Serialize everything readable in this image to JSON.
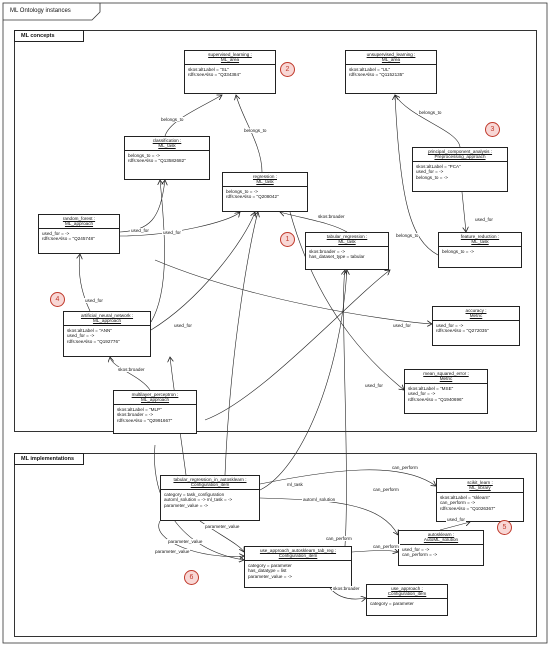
{
  "diagram_title": "ML Ontology instances",
  "frames": {
    "concepts": "ML concepts",
    "implementations": "ML implementations"
  },
  "badges": [
    "1",
    "2",
    "3",
    "4",
    "5",
    "6"
  ],
  "boxes": {
    "supervised": {
      "name1": "supervised_learning :",
      "name2": "ML_area",
      "attrs": [
        "skos:altLabel = \"SL\"",
        "rdfs:seeAlso = \"Q334384\""
      ]
    },
    "unsupervised": {
      "name1": "unsupervised_learning :",
      "name2": "ML_area",
      "attrs": [
        "skos:altLabel = \"UL\"",
        "rdfs:seeAlso = \"Q1152135\""
      ]
    },
    "classification": {
      "name1": "classification :",
      "name2": "ML_task",
      "attrs": [
        "belongs_to = ->",
        "rdfs:seeAlso = \"Q13582682\""
      ]
    },
    "pca": {
      "name1": "principal_component_analysis :",
      "name2": "Preprocessing_approach",
      "attrs": [
        "skos:altLabel = \"PCA\"",
        "used_for = ->",
        "belongs_to = ->"
      ]
    },
    "regression": {
      "name1": "regression :",
      "name2": "ML_task",
      "attrs": [
        "belongs_to = ->",
        "rdfs:seeAlso = \"Q208042\""
      ]
    },
    "random_forest": {
      "name1": "random_forest :",
      "name2": "ML_approach",
      "attrs": [
        "used_for = ->",
        "rdfs:seeAlso = \"Q245748\""
      ]
    },
    "tabular_regression": {
      "name1": "tabular_regression :",
      "name2": "ML_task",
      "attrs": [
        "skos:broader = ->",
        "has_dataset_type = tabular"
      ]
    },
    "feature_reduction": {
      "name1": "feature_reduction :",
      "name2": "ML_task",
      "attrs": [
        "belongs_to = ->"
      ]
    },
    "ann": {
      "name1": "artificial_neural_network :",
      "name2": "ML_approach",
      "attrs": [
        "skos:altLabel = \"ANN\"",
        "used_for = ->",
        "rdfs:seeAlso = \"Q192776\""
      ]
    },
    "accuracy": {
      "name1": "accuracy :",
      "name2": "Metric",
      "attrs": [
        "used_for = ->",
        "rdfs:seeAlso = \"Q272035\""
      ]
    },
    "mse": {
      "name1": "mean_squared_error :",
      "name2": "Metric",
      "attrs": [
        "skos:altLabel = \"MSE\"",
        "used_for = ->",
        "rdfs:seeAlso = \"Q1940696\""
      ]
    },
    "mlp": {
      "name1": "multilayer_perceptron :",
      "name2": "ML_approach",
      "attrs": [
        "skos:altLabel = \"MLP\"",
        "skos:broader = ->",
        "rdfs:seeAlso = \"Q2991667\""
      ]
    },
    "tabreg_config": {
      "name1": "tabular_regression_in_autosklearn :",
      "name2": "Configuration_item",
      "attrs": [
        "category = task_configuration",
        "automl_solution = -> ml_task = ->",
        "parameter_value = ->"
      ]
    },
    "sklearn": {
      "name1": "scikit_learn :",
      "name2": "ML_library",
      "attrs": [
        "skos:altLabel = \"sklearn\"",
        "can_perform = ->",
        "rdfs:seeAlso = \"Q1026367\""
      ]
    },
    "autosklearn": {
      "name1": "autosklearn :",
      "name2": "AutoML_solution",
      "attrs": [
        "used_for = ->",
        "can_perform = ->"
      ]
    },
    "use_approach_tab": {
      "name1": "use_approach_autosklearn_tab_reg :",
      "name2": "Configuration_item",
      "attrs": [
        "category = parameter",
        "has_datatype = list",
        "parameter_value = ->"
      ]
    },
    "use_approach": {
      "name1": "use_approach :",
      "name2": "Configuration_item",
      "attrs": [
        "category = parameter"
      ]
    }
  },
  "edge_labels": {
    "belongs_to": "belongs_to",
    "used_for": "used_for",
    "skos_broader": "skos:broader",
    "ml_task": "ml_task",
    "automl_solution": "automl_solution",
    "can_perform": "can_perform",
    "parameter_value": "parameter_value"
  }
}
